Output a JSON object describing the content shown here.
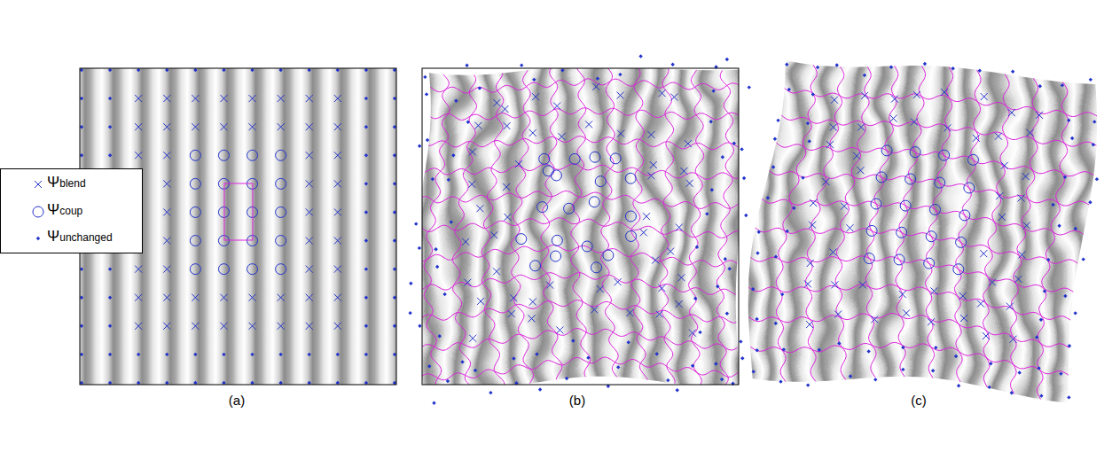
{
  "diagram": {
    "labels": [
      "(a)",
      "(b)",
      "(c)"
    ],
    "legend": [
      {
        "text": "Ψblend"
      },
      {
        "text": "Ψcoup"
      },
      {
        "text": "Ψunchanged"
      }
    ]
  }
}
